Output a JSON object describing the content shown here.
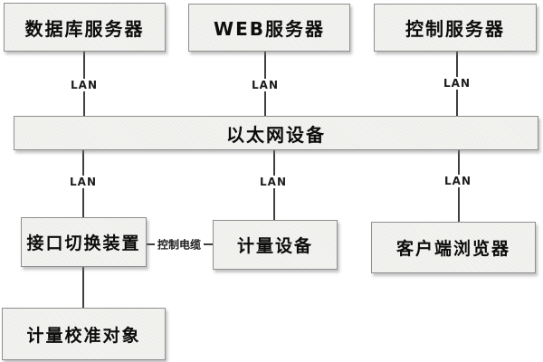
{
  "diagram": {
    "title_hint": "metering calibration network topology",
    "nodes": {
      "db_server": {
        "label": "数据库服务器"
      },
      "web_server": {
        "label": "WEB服务器"
      },
      "control_server": {
        "label": "控制服务器"
      },
      "ethernet_bus": {
        "label": "以太网设备"
      },
      "interface_switch": {
        "label": "接口切换装置"
      },
      "metering_device": {
        "label": "计量设备"
      },
      "client_browser": {
        "label": "客户端浏览器"
      },
      "calibration_target": {
        "label": "计量校准对象"
      }
    },
    "edge_labels": {
      "lan": "LAN",
      "control_cable": "控制电缆"
    },
    "colors": {
      "box_fill": "#f3f3f1",
      "box_border": "#8f8f8f",
      "line": "#3f3f3f",
      "text": "#0d0d0d",
      "background": "#ffffff"
    }
  }
}
